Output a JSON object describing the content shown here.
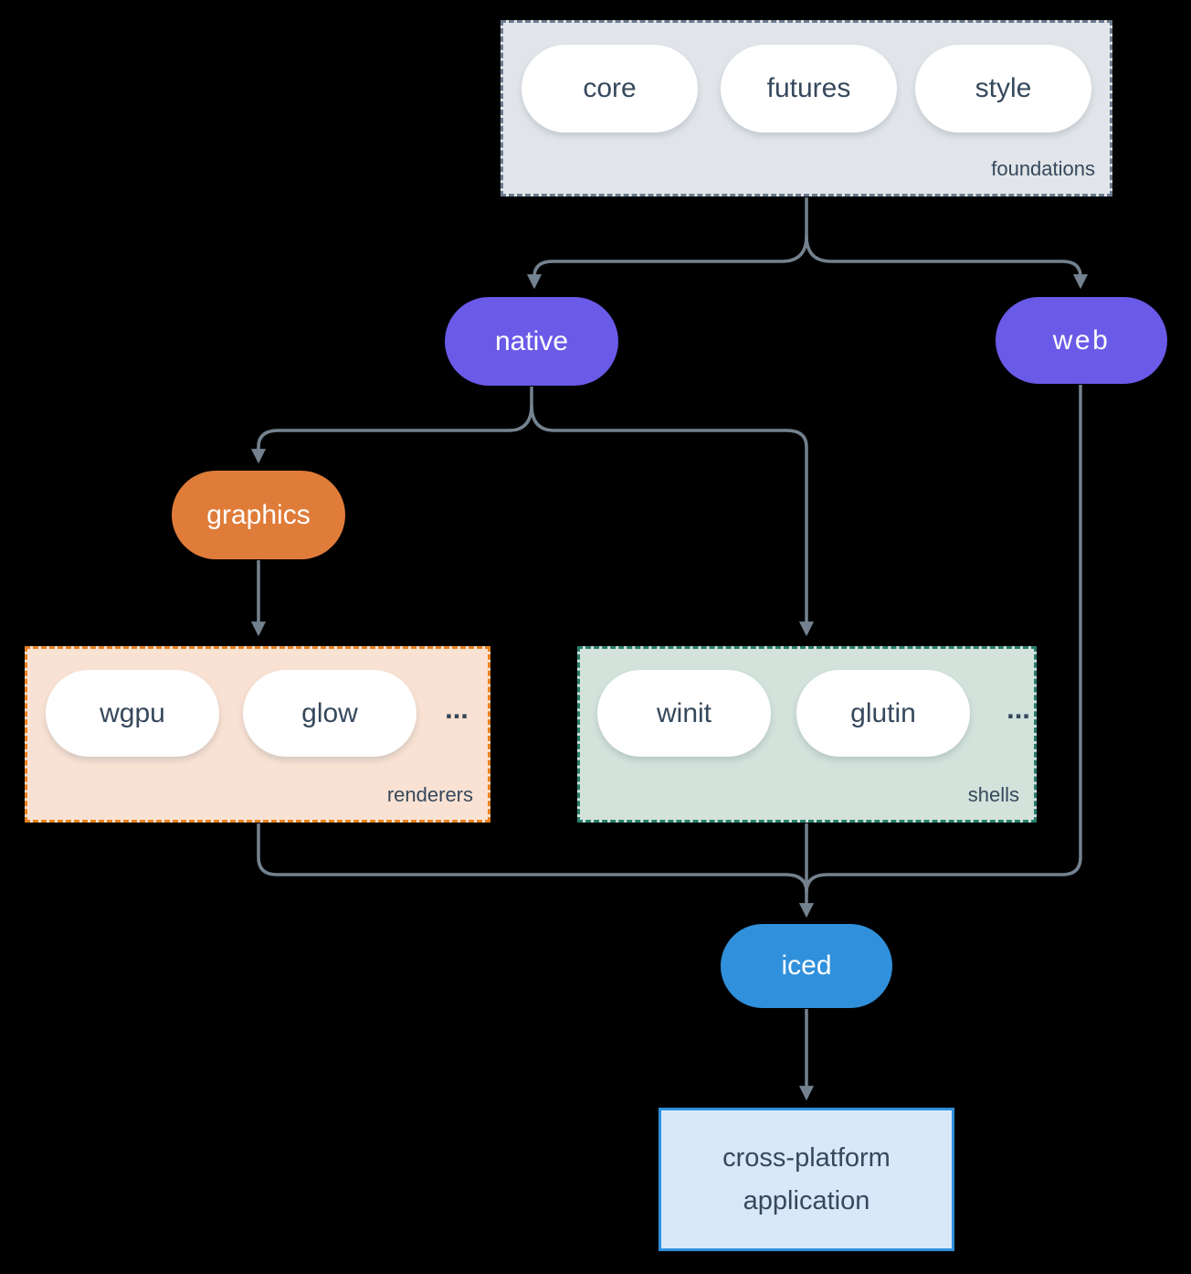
{
  "colors": {
    "background": "#000000",
    "connector": "#74828f",
    "text_dark": "#36485c",
    "node_purple": "#6a5ae8",
    "node_orange": "#e07c3a",
    "node_blue": "#3090db",
    "foundations_fill": "#e1e5e9",
    "foundations_border": "#6b7a8f",
    "renderers_fill": "#f9e2d3",
    "renderers_border": "#e8821f",
    "shells_fill": "#d3e2db",
    "shells_border": "#2a7d6c",
    "app_fill": "#d8e8f9",
    "app_border": "#3090db"
  },
  "groups": {
    "foundations": {
      "label": "foundations",
      "pills": [
        "core",
        "futures",
        "style"
      ]
    },
    "renderers": {
      "label": "renderers",
      "pills": [
        "wgpu",
        "glow"
      ],
      "more": "..."
    },
    "shells": {
      "label": "shells",
      "pills": [
        "winit",
        "glutin"
      ],
      "more": "..."
    }
  },
  "nodes": {
    "native": {
      "label": "native"
    },
    "web": {
      "label": "web"
    },
    "graphics": {
      "label": "graphics"
    },
    "iced": {
      "label": "iced"
    },
    "application": {
      "lines": [
        "cross-platform",
        "application"
      ]
    }
  }
}
